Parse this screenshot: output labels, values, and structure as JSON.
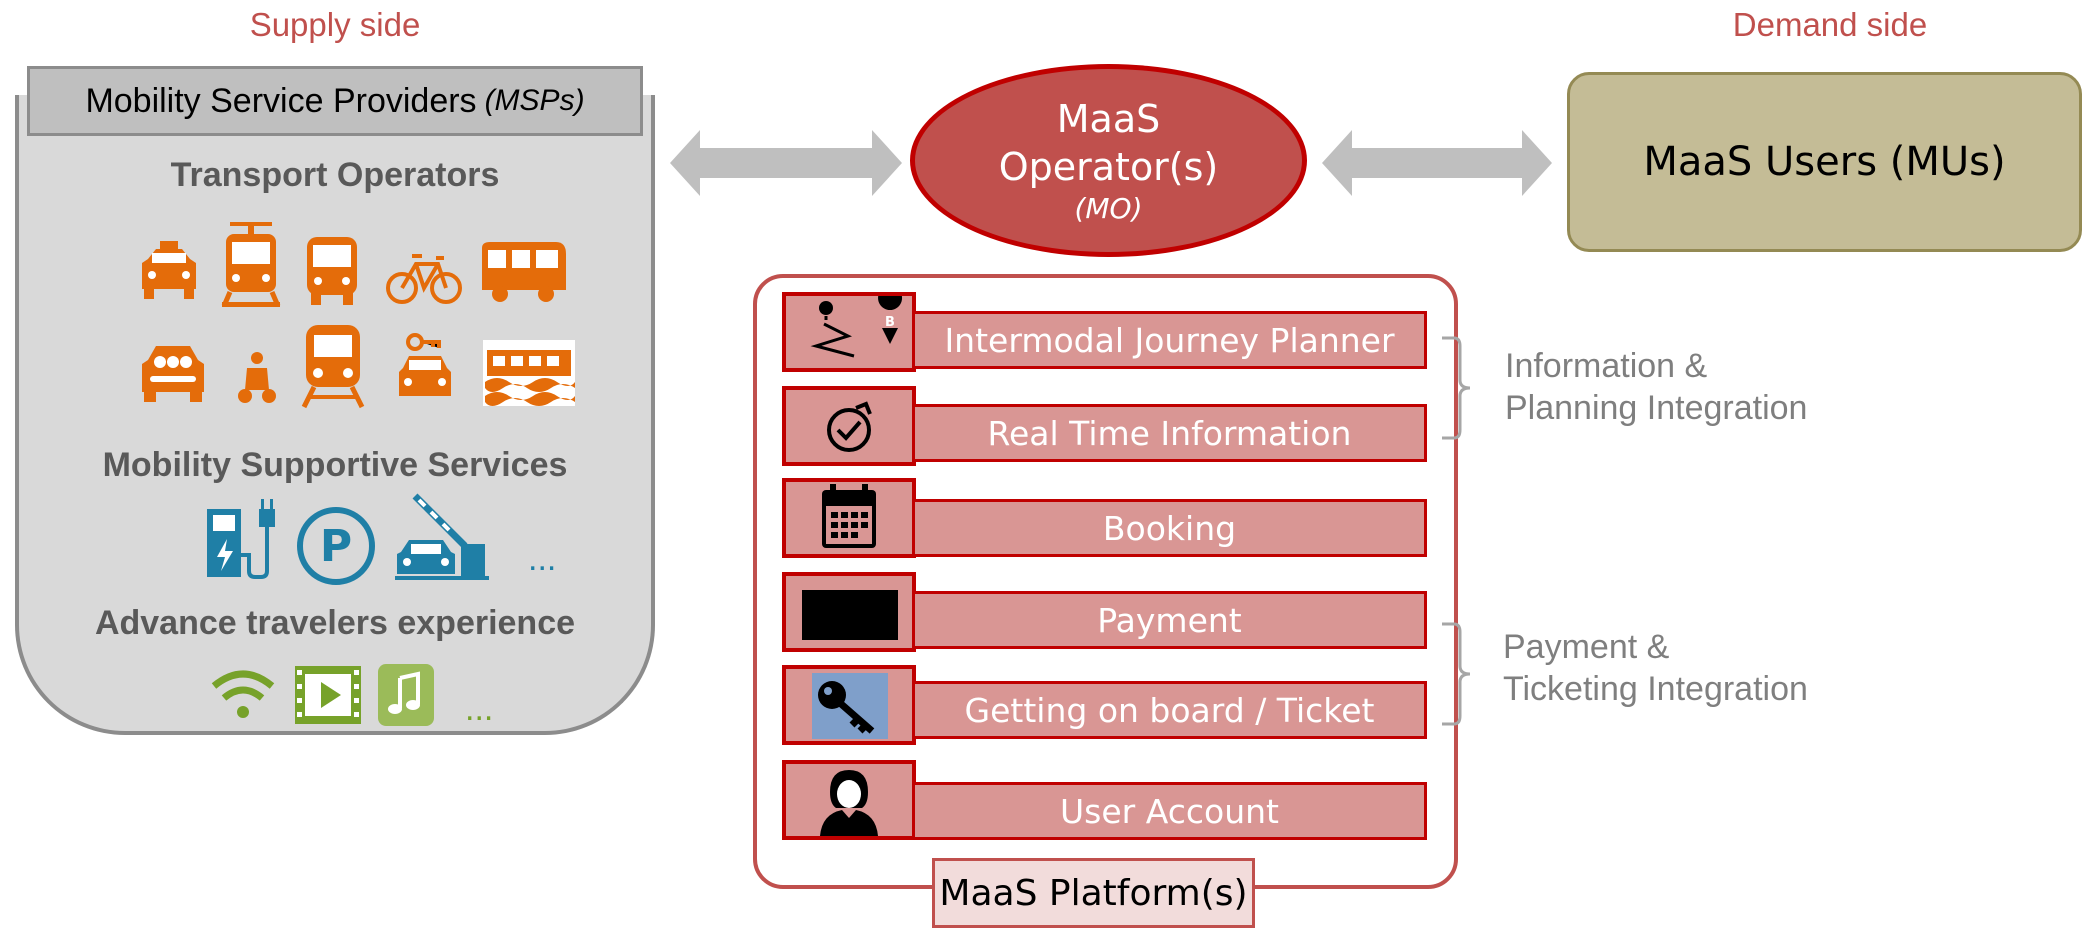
{
  "labels": {
    "supply_side": "Supply side",
    "demand_side": "Demand side"
  },
  "supply": {
    "header_main": "Mobility Service Providers",
    "header_abbr": "(MSPs)",
    "transport_title": "Transport Operators",
    "supportive_title": "Mobility Supportive Services",
    "supportive_more": "...",
    "experience_title": "Advance travelers experience",
    "experience_more": "..."
  },
  "operator": {
    "line1": "MaaS",
    "line2": "Operator(s)",
    "abbr": "(MO)"
  },
  "users": {
    "label": "MaaS Users (MUs)"
  },
  "platform": {
    "label": "MaaS Platform(s)",
    "services": [
      {
        "label": "Intermodal Journey Planner",
        "icon": "route-map-icon"
      },
      {
        "label": "Real Time Information",
        "icon": "clock-icon"
      },
      {
        "label": "Booking",
        "icon": "calendar-icon"
      },
      {
        "label": "Payment",
        "icon": "payment-icon"
      },
      {
        "label": "Getting on board / Ticket",
        "icon": "key-icon"
      },
      {
        "label": "User Account",
        "icon": "user-icon"
      }
    ]
  },
  "groups": {
    "info_line1": "Information &",
    "info_line2": "Planning Integration",
    "pay_line1": "Payment &",
    "pay_line2": "Ticketing Integration"
  },
  "colors": {
    "accent_red": "#c0504d",
    "dark_red": "#c00000",
    "service_bar": "#d99694",
    "transport_orange": "#e46c0a",
    "support_teal": "#1f7fa6",
    "experience_green": "#77a22a",
    "users_tan": "#c4bc96"
  }
}
